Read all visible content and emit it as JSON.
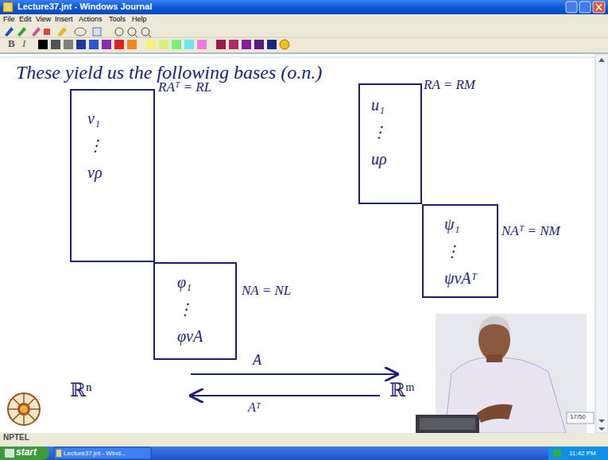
{
  "diagram": {
    "title": "These yield us the following bases (o.n.)",
    "nodes": [
      {
        "text": [
          "RAᵀ = RL",
          "v₁ ⋮ vρ"
        ]
      },
      {
        "text": [
          "RA = RM",
          "u₁ ⋮ uρ"
        ]
      },
      {
        "text": [
          "NA = NL",
          "φ₁ ⋮ φνA"
        ]
      },
      {
        "text": [
          "NAᵀ = NM",
          "ψ₁ ⋮ ψνAᵀ"
        ]
      }
    ],
    "labels": [
      "Lecture37.jnt - Windows Journal",
      "File",
      "Edit",
      "View",
      "Insert",
      "Actions",
      "Tools",
      "Help",
      "B",
      "I",
      "ℝⁿ",
      "A",
      "ℝᵐ",
      "Aᵀ",
      "17/50",
      "NPTEL",
      "start",
      "Lecture37.jnt - Wind...",
      "11:42 PM"
    ]
  }
}
